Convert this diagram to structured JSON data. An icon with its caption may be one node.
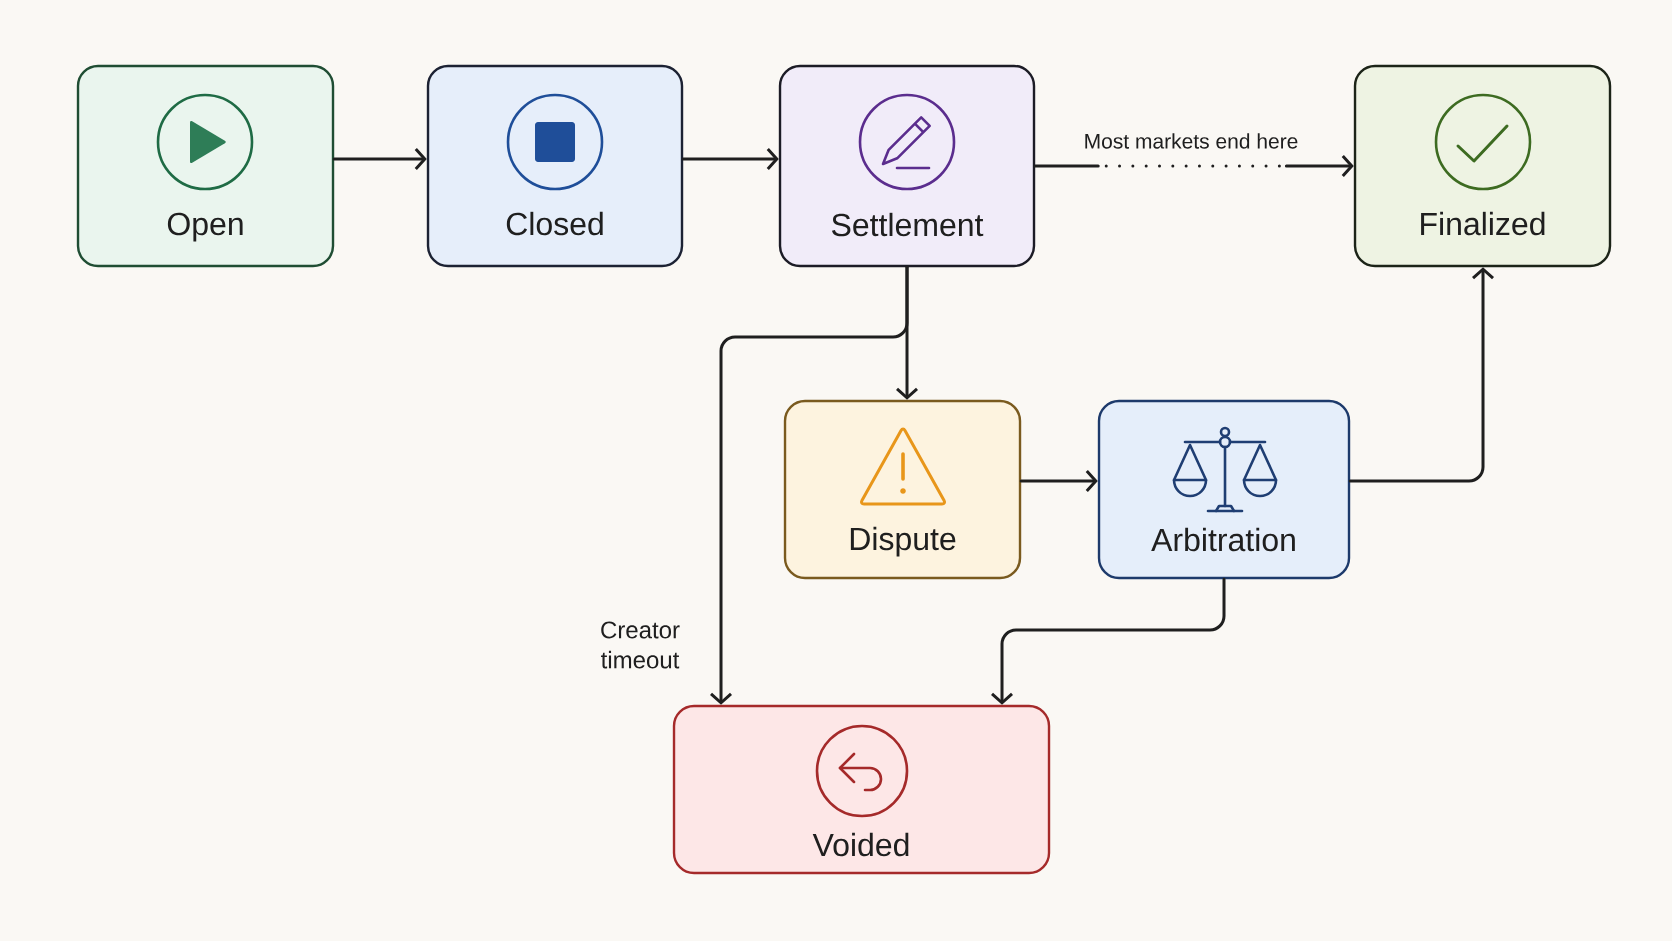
{
  "diagram": {
    "nodes": [
      {
        "text": [
          "Open"
        ]
      },
      {
        "text": [
          "Closed"
        ]
      },
      {
        "text": [
          "Settlement"
        ]
      },
      {
        "text": [
          "Finalized"
        ]
      },
      {
        "text": [
          "Dispute"
        ]
      },
      {
        "text": [
          "Arbitration"
        ]
      },
      {
        "text": [
          "Voided"
        ]
      }
    ],
    "edges": [
      {
        "from": 0,
        "to": 1,
        "arrow": "to"
      },
      {
        "from": 1,
        "to": 2,
        "arrow": "to"
      },
      {
        "from": 2,
        "to": 3,
        "arrow": "to",
        "label": "Most markets end here",
        "style": "dashed"
      },
      {
        "from": 2,
        "to": 4,
        "arrow": "to"
      },
      {
        "from": 2,
        "to": 6,
        "arrow": "to",
        "label": "Creator timeout"
      },
      {
        "from": 4,
        "to": 5,
        "arrow": "to"
      },
      {
        "from": 5,
        "to": 3,
        "arrow": "to"
      },
      {
        "from": 5,
        "to": 6,
        "arrow": "to"
      }
    ]
  }
}
